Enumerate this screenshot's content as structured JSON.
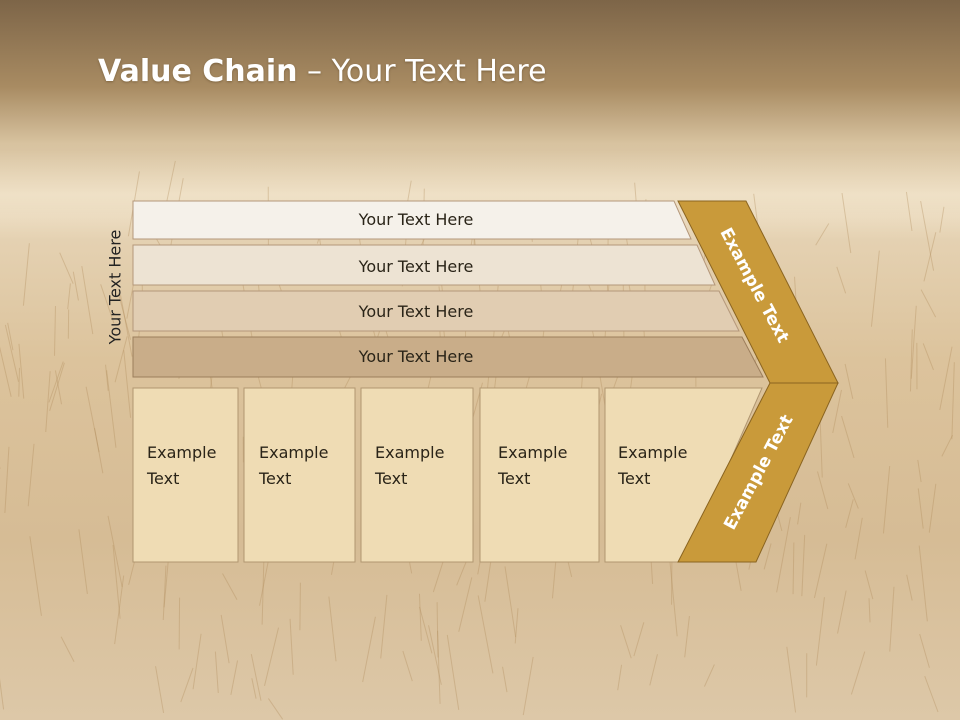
{
  "slide": {
    "title_bold": "Value Chain",
    "title_rest": " – Your Text Here",
    "side_label": "Your Text Here"
  },
  "bars": [
    {
      "label": "Your Text Here",
      "color": "#f5f1ea"
    },
    {
      "label": "Your Text Here",
      "color": "#ede3d3"
    },
    {
      "label": "Your Text Here",
      "color": "#e1cdb2"
    },
    {
      "label": "Your Text Here",
      "color": "#c9ad89"
    }
  ],
  "boxes": [
    {
      "line1": "Example",
      "line2": "Text"
    },
    {
      "line1": "Example",
      "line2": "Text"
    },
    {
      "line1": "Example",
      "line2": "Text"
    },
    {
      "line1": "Example",
      "line2": "Text"
    },
    {
      "line1": "Example",
      "line2": "Text"
    }
  ],
  "chevron": {
    "upper_label": "Example Text",
    "lower_label": "Example Text",
    "color": "#c99a3a"
  },
  "colors": {
    "box_fill": "#efdcb4",
    "sky_top": "#7a6246",
    "field": "#d9c09a"
  }
}
